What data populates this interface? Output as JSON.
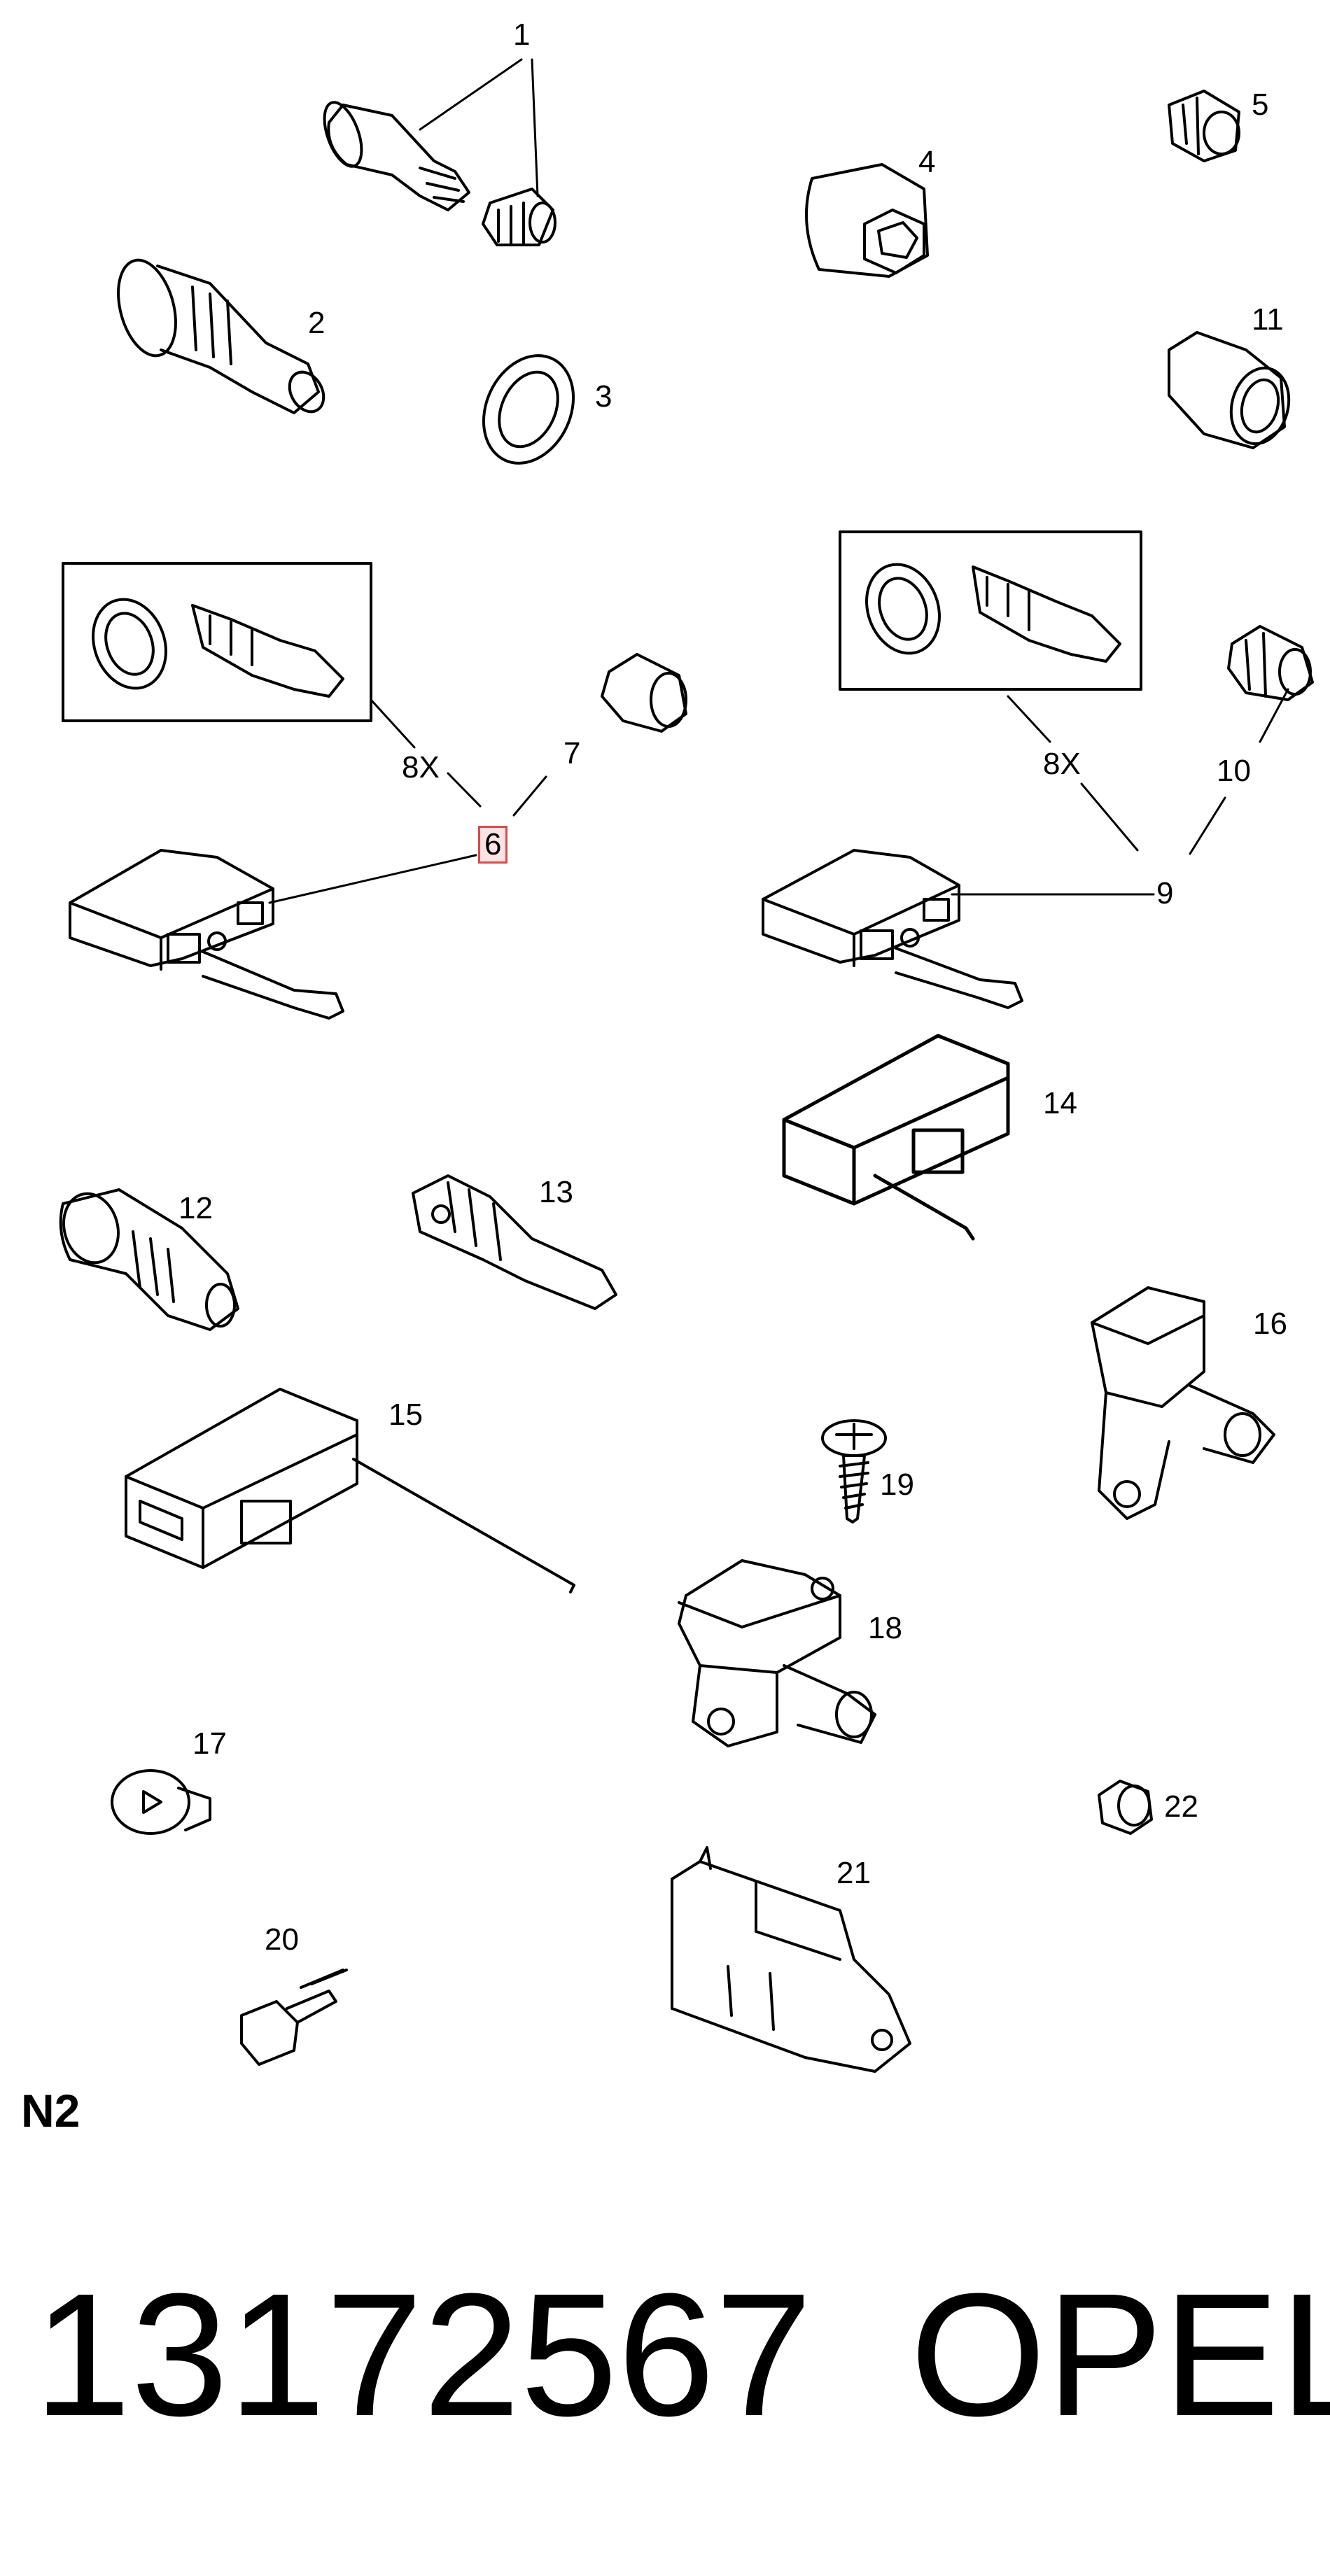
{
  "callouts": {
    "c1": "1",
    "c2": "2",
    "c3": "3",
    "c4": "4",
    "c5": "5",
    "c6": "6",
    "c7": "7",
    "c8x_left": "8X",
    "c8x_right": "8X",
    "c9": "9",
    "c10": "10",
    "c11": "11",
    "c12": "12",
    "c13": "13",
    "c14": "14",
    "c15": "15",
    "c16": "16",
    "c17": "17",
    "c18": "18",
    "c19": "19",
    "c20": "20",
    "c21": "21",
    "c22": "22"
  },
  "section_code": "N2",
  "footer": {
    "part_number": "13172567",
    "brand": "OPEL"
  },
  "colors": {
    "line": "#000000",
    "highlight_border": "#d94a4a",
    "highlight_fill": "#fde3e3"
  }
}
